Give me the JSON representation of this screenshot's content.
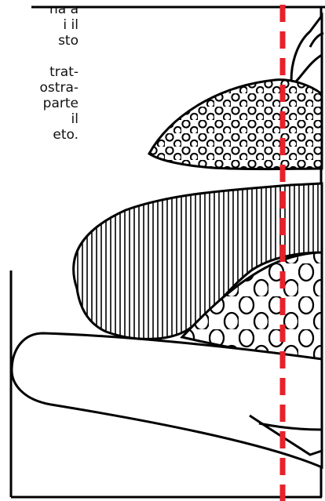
{
  "text_lines": [
    "na a",
    "i il",
    "sto",
    "",
    "trat-",
    "ostra-",
    "parte",
    "il",
    "eto."
  ],
  "colors": {
    "stroke": "#000000",
    "guide_line": "#e8212a",
    "background": "#ffffff"
  }
}
